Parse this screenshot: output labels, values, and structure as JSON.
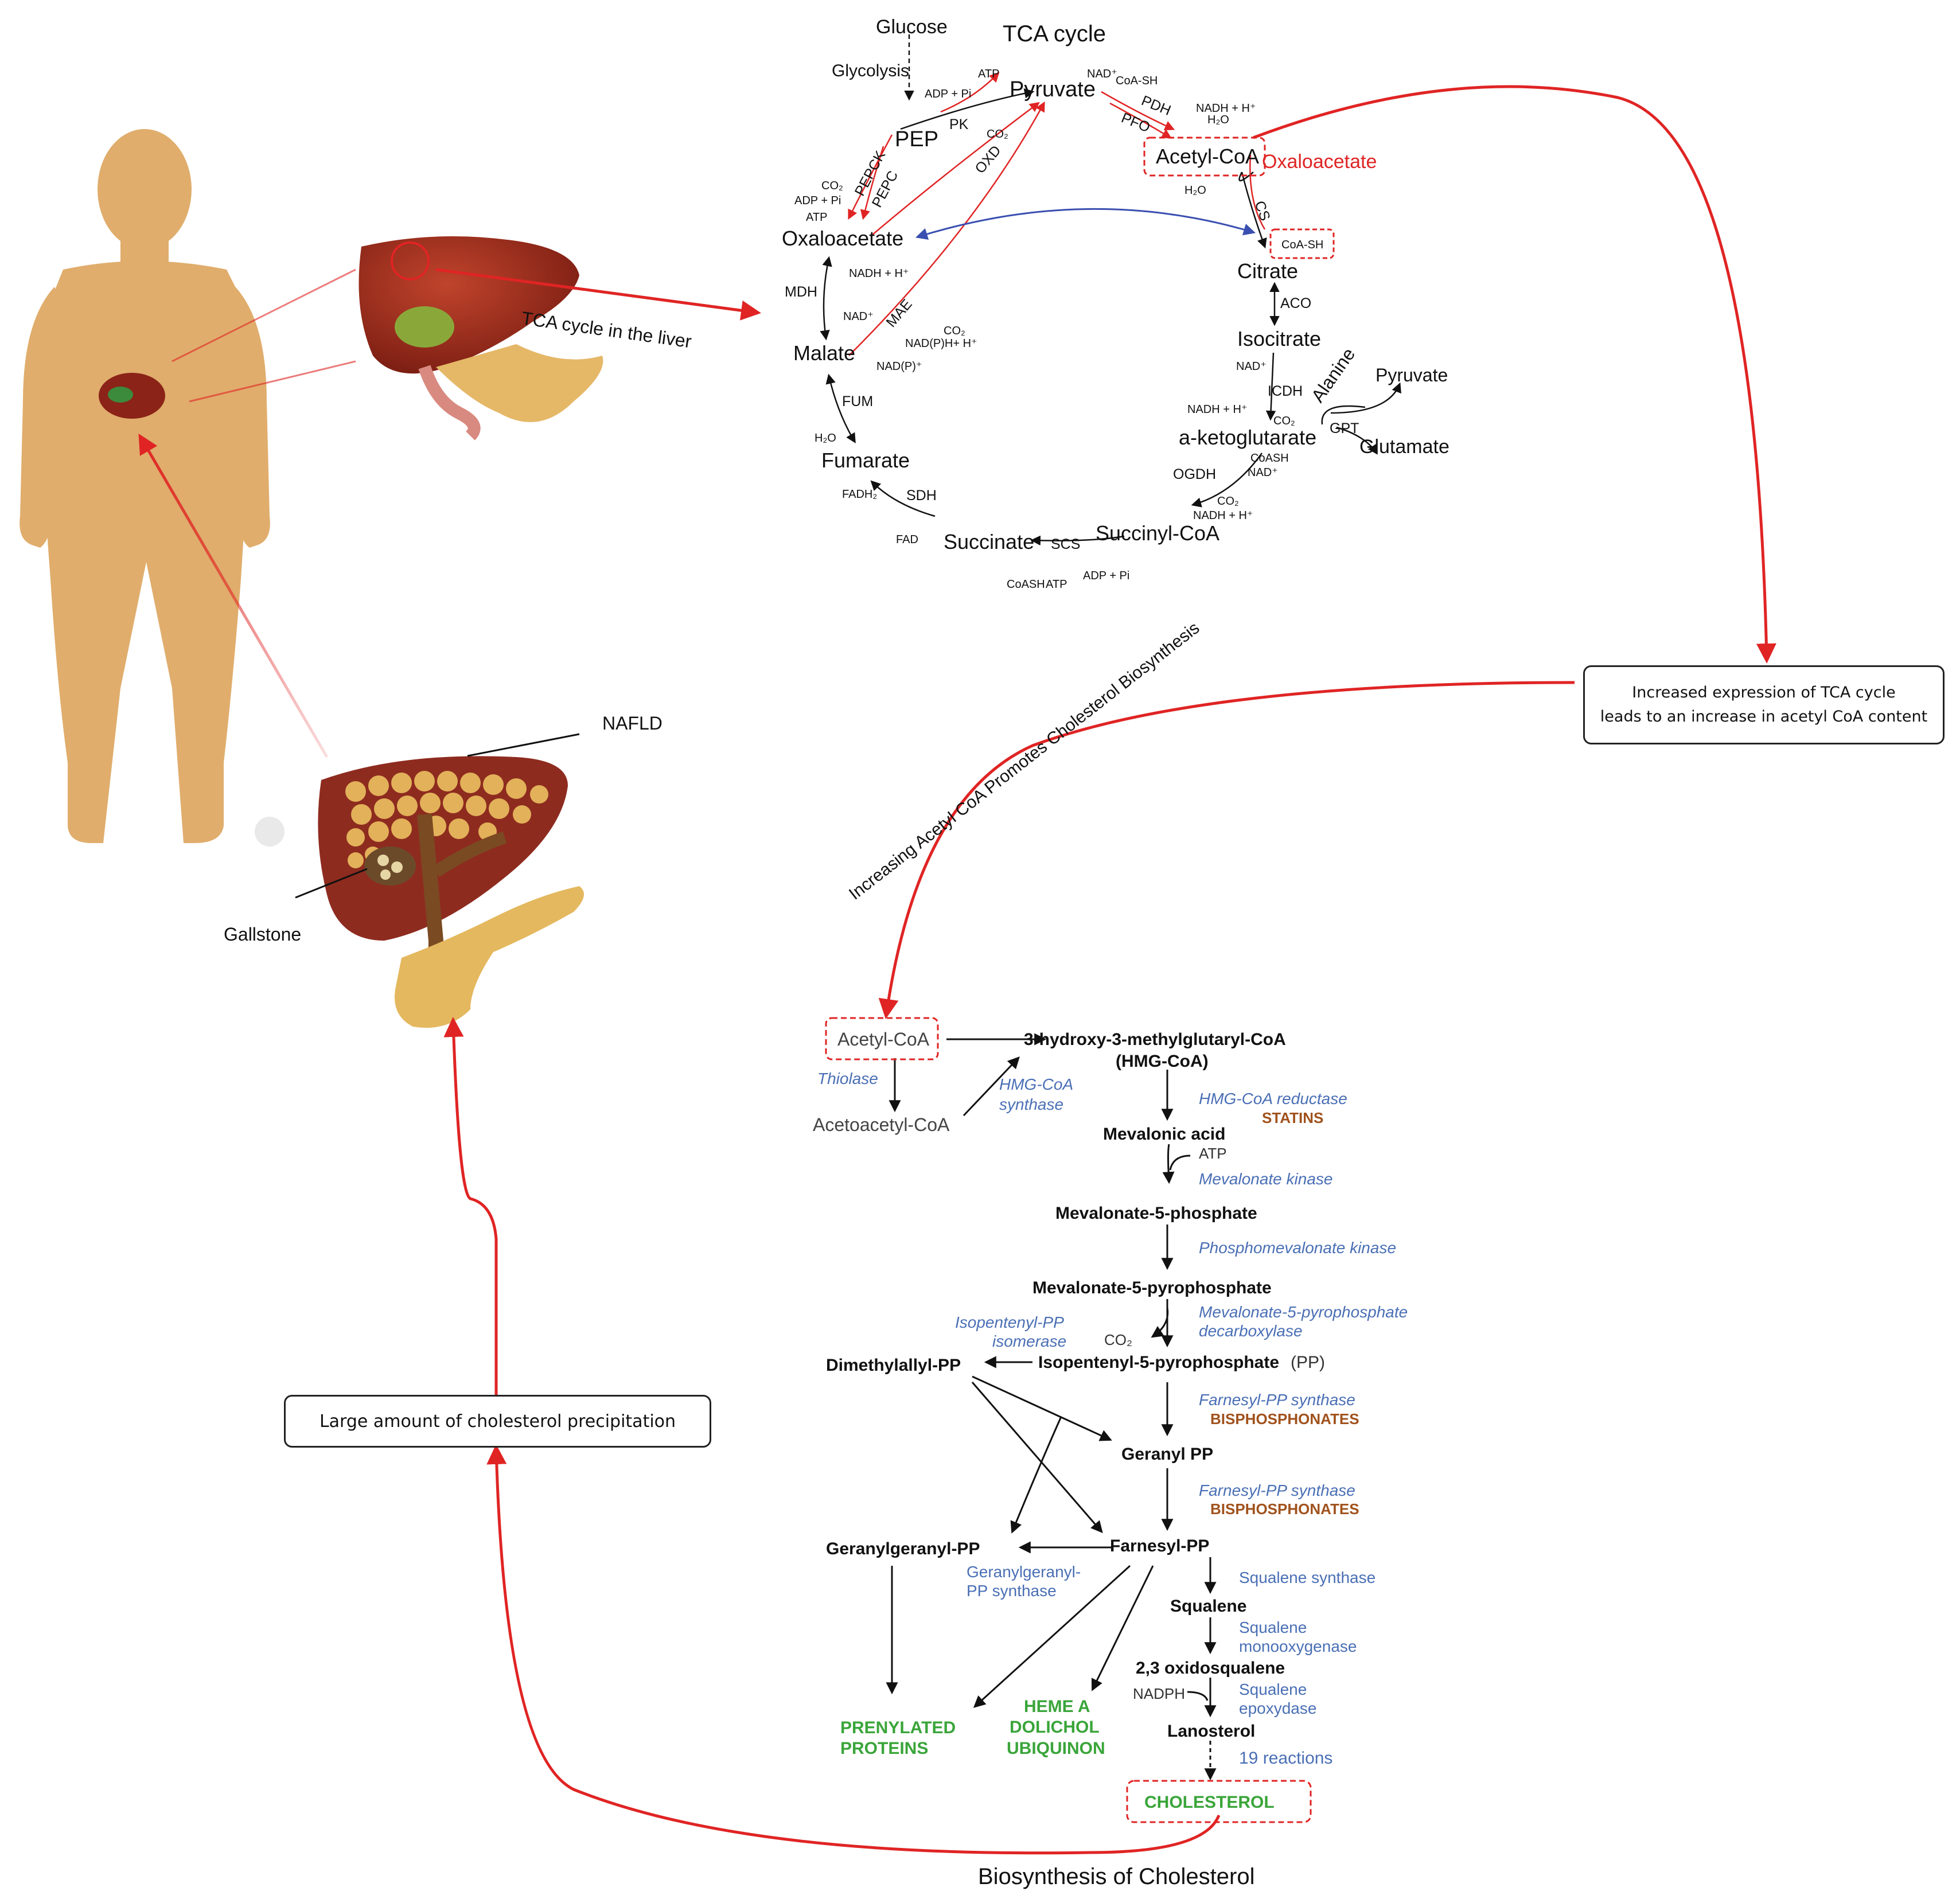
{
  "titles": {
    "tca": "TCA cycle",
    "cholesterol": "Biosynthesis of Cholesterol"
  },
  "labels": {
    "tca_in_liver": "TCA cycle in the liver",
    "nafld": "NAFLD",
    "gallstone": "Gallstone",
    "increasing_acetyl": "Increasing Acetyl CoA Promotes Cholesterol Biosynthesis"
  },
  "boxes": {
    "tca_expression_line1": "Increased expression of TCA cycle",
    "tca_expression_line2": "leads to an increase in acetyl CoA content",
    "precipitation": "Large amount of cholesterol precipitation"
  },
  "tca": {
    "glucose": "Glucose",
    "glycolysis": "Glycolysis",
    "pep": "PEP",
    "pyruvate": "Pyruvate",
    "acetyl_coa": "Acetyl-CoA",
    "oxaloacetate_red": "Oxaloacetate",
    "oxaloacetate": "Oxaloacetate",
    "citrate": "Citrate",
    "isocitrate": "Isocitrate",
    "a_ketoglutarate": "a-ketoglutarate",
    "succinyl_coa": "Succinyl-CoA",
    "succinate": "Succinate",
    "fumarate": "Fumarate",
    "malate": "Malate",
    "alanine": "Alanine",
    "pyruvate2": "Pyruvate",
    "glutamate": "Glutamate",
    "coa_sh_box": "CoA-SH",
    "enzymes": {
      "pk": "PK",
      "pdh": "PDH",
      "pfo": "PFO",
      "pepck": "PEPCK",
      "pepc": "PEPC",
      "oxd": "OXD",
      "cs": "CS",
      "aco": "ACO",
      "icdh": "ICDH",
      "gpt": "GPT",
      "ogdh": "OGDH",
      "scs": "SCS",
      "sdh": "SDH",
      "fum": "FUM",
      "mdh": "MDH",
      "mae": "MAE"
    },
    "cofactors": {
      "atp": "ATP",
      "adp_pi": "ADP + Pi",
      "co2": "CO₂",
      "nad_top": "NAD⁺",
      "coa_sh": "CoA-SH",
      "nadh_h": "NADH + H⁺",
      "h2o": "H₂O",
      "co2_pepck": "CO₂",
      "adp_pi_pepck": "ADP + Pi",
      "atp_pepck": "ATP",
      "h2o_cs": "H₂O",
      "nadh_mdh": "NADH + H⁺",
      "nad_mdh": "NAD⁺",
      "co2_mae": "CO₂",
      "nadph_mae": "NAD(P)H+ H⁺",
      "nadp_mae": "NAD(P)⁺",
      "h2o_fum": "H₂O",
      "fadh2": "FADH₂",
      "fad": "FAD",
      "coash_scs": "CoASH",
      "atp_scs": "ATP",
      "adp_pi_scs": "ADP + Pi",
      "nad_icdh": "NAD⁺",
      "nadh_icdh": "NADH + H⁺",
      "co2_icdh": "CO₂",
      "coash_ogdh": "CoASH",
      "nad_ogdh": "NAD⁺",
      "co2_ogdh": "CO₂",
      "nadh_ogdh": "NADH + H⁺"
    }
  },
  "chol": {
    "acetyl_coa": "Acetyl-CoA",
    "thiolase": "Thiolase",
    "acetoacetyl_coa": "Acetoacetyl-CoA",
    "hmg_synthase_1": "HMG-CoA",
    "hmg_synthase_2": "synthase",
    "hmg_coa_1": "3-hydroxy-3-methylglutaryl-CoA",
    "hmg_coa_2": "(HMG-CoA)",
    "hmg_reductase": "HMG-CoA reductase",
    "statins": "STATINS",
    "mevalonic_acid": "Mevalonic acid",
    "atp": "ATP",
    "mevalonate_kinase": "Mevalonate kinase",
    "mevalonate_5p": "Mevalonate-5-phosphate",
    "phosphomevalonate_kinase": "Phosphomevalonate kinase",
    "mevalonate_5pp": "Mevalonate-5-pyrophosphate",
    "isomerase_1": "Isopentenyl-PP",
    "isomerase_2": "isomerase",
    "co2": "CO₂",
    "decarboxylase_1": "Mevalonate-5-pyrophosphate",
    "decarboxylase_2": "decarboxylase",
    "dimethylallyl_pp": "Dimethylallyl-PP",
    "isopentenyl_pp": "Isopentenyl-5-pyrophosphate",
    "pp_suffix": "(PP)",
    "farnesyl_synthase_a": "Farnesyl-PP synthase",
    "bisphosphonates_a": "BISPHOSPHONATES",
    "geranyl_pp": "Geranyl PP",
    "farnesyl_synthase_b": "Farnesyl-PP synthase",
    "bisphosphonates_b": "BISPHOSPHONATES",
    "geranylgeranyl_pp": "Geranylgeranyl-PP",
    "farnesyl_pp": "Farnesyl-PP",
    "gg_synthase_1": "Geranylgeranyl-",
    "gg_synthase_2": "PP synthase",
    "squalene_synthase": "Squalene synthase",
    "squalene": "Squalene",
    "monooxygenase_1": "Squalene",
    "monooxygenase_2": "monooxygenase",
    "oxidosqualene": "2,3 oxidosqualene",
    "nadph": "NADPH",
    "epoxydase_1": "Squalene",
    "epoxydase_2": "epoxydase",
    "lanosterol": "Lanosterol",
    "reactions": "19 reactions",
    "cholesterol": "CHOLESTEROL",
    "prenylated_1": "PRENYLATED",
    "prenylated_2": "PROTEINS",
    "heme": "HEME A",
    "dolichol": "DOLICHOL",
    "ubiquinon": "UBIQUINON"
  },
  "colors": {
    "red": "#e02424",
    "blue_enzyme": "#4a6fb5",
    "drug_brown": "#a0521d",
    "product_green": "#3aa53a",
    "body_skin": "#e0ad6c",
    "liver": "#9b2a1c"
  }
}
